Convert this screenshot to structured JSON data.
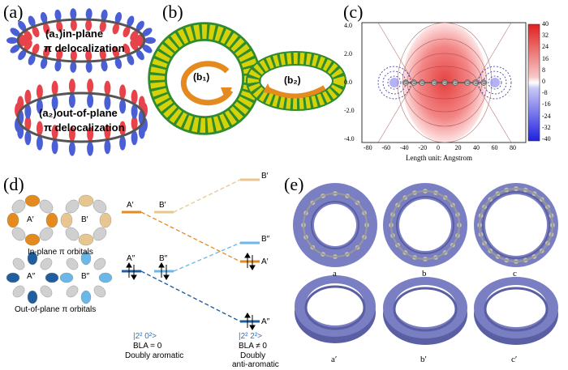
{
  "panel_a": {
    "label": "(a)",
    "ring1_line1": "(a₁)in-plane",
    "ring1_line2": "π delocalization",
    "ring2_line1": "(a₂)out-of-plane",
    "ring2_line2": "π delocalization",
    "colors": {
      "red_lobe": "#e8434a",
      "blue_lobe": "#4a5fd6",
      "ring": "#555555"
    }
  },
  "panel_b": {
    "label": "(b)",
    "left_tag": "(b₁)",
    "right_tag": "(b₂)",
    "colors": {
      "isosurface": "#d6d20a",
      "edge": "#2e8b2e",
      "arrow": "#e58a1f"
    }
  },
  "panel_c": {
    "label": "(c)",
    "xlabel": "Length unit: Angstrom",
    "x_ticks": [
      "-80",
      "-60",
      "-40",
      "-20",
      "0",
      "20",
      "40",
      "60",
      "80"
    ],
    "y_ticks": [
      "4.0",
      "2.0",
      "0.0",
      "-2.0",
      "-4.0"
    ],
    "colorbar_ticks": [
      "40",
      "32",
      "24",
      "16",
      "8",
      "0",
      "-8",
      "-16",
      "-24",
      "-32",
      "-40"
    ],
    "atom_glyph": "C"
  },
  "panel_d": {
    "label": "(d)",
    "orb_A1": "A′",
    "orb_B1": "B′",
    "orb_A2": "A″",
    "orb_B2": "B″",
    "inplane_caption": "In-plane π orbitals",
    "outplane_caption": "Out-of-plane π orbitals",
    "level_A1": "A′",
    "level_B1": "B′",
    "level_A2": "A″",
    "level_B2": "B″",
    "right_B1": "B′",
    "right_B2": "B″",
    "right_A1": "A′",
    "right_A2": "A″",
    "left_state": "|2² 0²>",
    "left_bla": "BLA = 0",
    "left_desc": "Doubly aromatic",
    "right_state": "|2² 2²>",
    "right_bla": "BLA ≠ 0",
    "right_desc1": "Doubly",
    "right_desc2": "anti-aromatic",
    "colors": {
      "orange": "#e58a1f",
      "tan": "#e8c690",
      "blue_dark": "#1f5f9f",
      "blue_light": "#6ab7e8"
    }
  },
  "panel_e": {
    "label": "(e)",
    "labels": [
      "a",
      "b",
      "c",
      "a′",
      "b′",
      "c′"
    ],
    "colors": {
      "surface": "#7a7fc4",
      "surface_dark": "#5a5fa4",
      "atom": "#bdbdbd"
    }
  }
}
